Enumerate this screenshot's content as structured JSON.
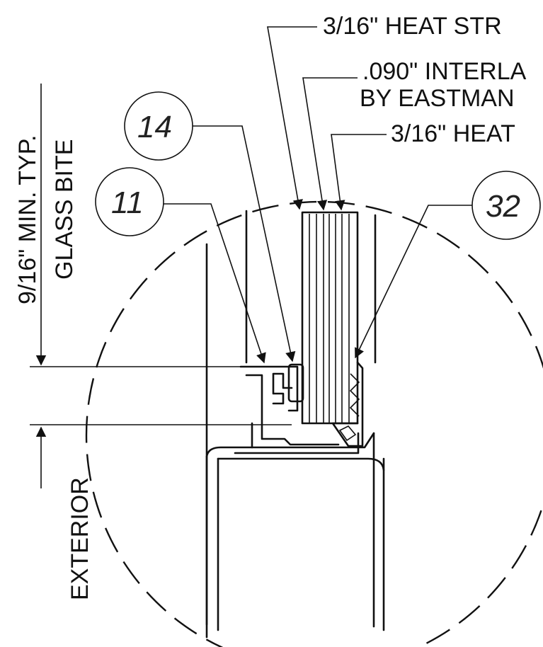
{
  "callouts": {
    "outer_glass": "3/16\" HEAT STR",
    "interlayer_1": ".090\" INTERLA",
    "interlayer_2": "BY EASTMAN",
    "inner_glass": "3/16\" HEAT"
  },
  "dimension": {
    "line1": "9/16\" MIN. TYP.",
    "line2": "GLASS BITE"
  },
  "side_label": "EXTERIOR",
  "bubbles": {
    "b14": "14",
    "b11": "11",
    "b32": "32"
  }
}
